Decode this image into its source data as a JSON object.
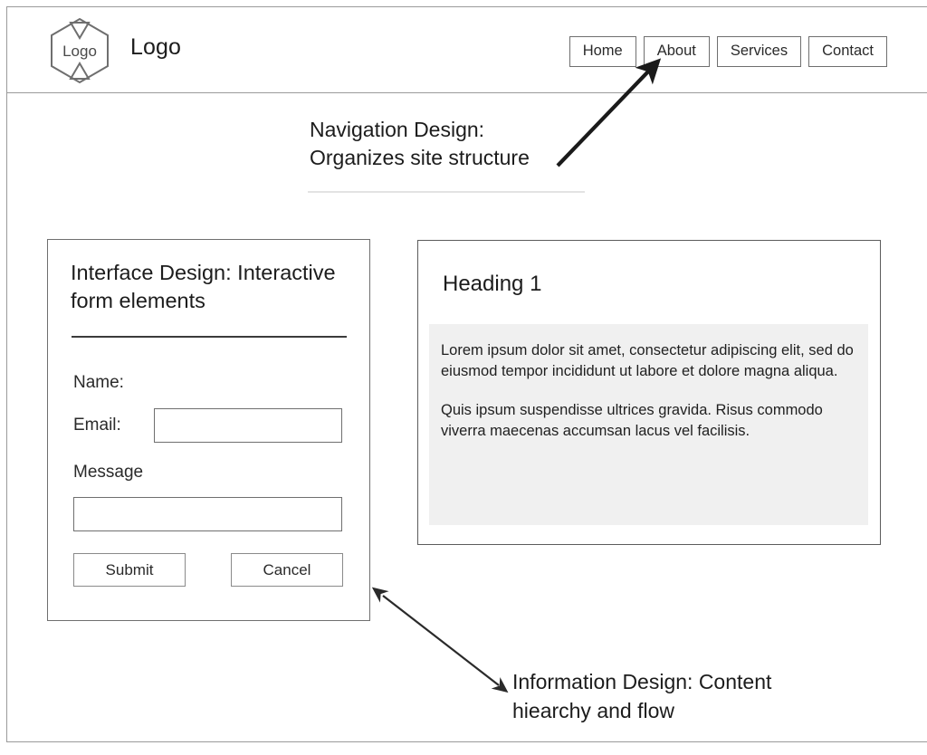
{
  "header": {
    "logo_icon": "hexagon-logo-icon",
    "logo_mark_text": "Logo",
    "brand_text": "Logo",
    "nav_items": [
      {
        "label": "Home"
      },
      {
        "label": "About"
      },
      {
        "label": "Services"
      },
      {
        "label": "Contact"
      }
    ]
  },
  "annotations": {
    "navigation": {
      "line1": "Navigation Design:",
      "line2": "Organizes site structure"
    },
    "information": {
      "line1": "Information Design: Content",
      "line2": "hiearchy and flow"
    }
  },
  "form_panel": {
    "title_line1": "Interface Design: Interactive",
    "title_line2": "form elements",
    "labels": {
      "name": "Name:",
      "email": "Email:",
      "message": "Message"
    },
    "fields": {
      "email_value": "",
      "email_placeholder": "",
      "message_value": "",
      "message_placeholder": ""
    },
    "buttons": {
      "submit": "Submit",
      "cancel": "Cancel"
    }
  },
  "content_panel": {
    "heading": "Heading 1",
    "paragraphs": [
      "Lorem ipsum dolor sit amet, consectetur adipiscing elit, sed do eiusmod tempor incididunt ut labore et dolore magna aliqua.",
      "Quis ipsum suspendisse ultrices gravida. Risus commodo viverra maecenas accumsan lacus vel facilisis."
    ]
  },
  "colors": {
    "page_background": "#ffffff",
    "frame_border": "#9a9a9a",
    "panel_border": "#6f6f6f",
    "content_panel_border": "#5c5c5c",
    "content_box_fill": "#f0f0f0",
    "text": "#1c1c1c",
    "rule_dark": "#3b3b3b",
    "rule_light": "#e3e3e3",
    "arrow": "#1a1a1a"
  }
}
